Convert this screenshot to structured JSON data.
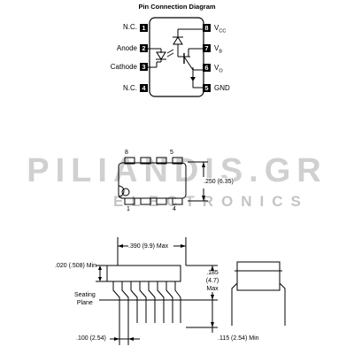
{
  "diagram_title": "Pin Connection Diagram",
  "pins_left": [
    {
      "num": "1",
      "label": "N.C."
    },
    {
      "num": "2",
      "label": "Anode"
    },
    {
      "num": "3",
      "label": "Cathode"
    },
    {
      "num": "4",
      "label": "N.C."
    }
  ],
  "pins_right": [
    {
      "num": "8",
      "label": "V",
      "sub": "CC"
    },
    {
      "num": "7",
      "label": "V",
      "sub": "B"
    },
    {
      "num": "6",
      "label": "V",
      "sub": "O"
    },
    {
      "num": "5",
      "label": "GND",
      "sub": ""
    }
  ],
  "watermark": {
    "main": "PILIANDIS.GR",
    "sub": "ELECTRONICS"
  },
  "top_view": {
    "pin_top_left": "8",
    "pin_top_right": "5",
    "pin_bottom_left": "1",
    "pin_bottom_right": "4",
    "width_dim": ".250 (6.35)"
  },
  "side_view": {
    "length_dim": ".390 (9.9) Max",
    "lead_thickness": ".020 (.508) Min",
    "height_dim": [
      ".185",
      "(4.7)",
      "Max"
    ],
    "seating_plane": [
      "Seating",
      "Plane"
    ],
    "pitch_dim": ".100 (2.54)",
    "lead_length_dim": ".115 (2.54) Min"
  }
}
